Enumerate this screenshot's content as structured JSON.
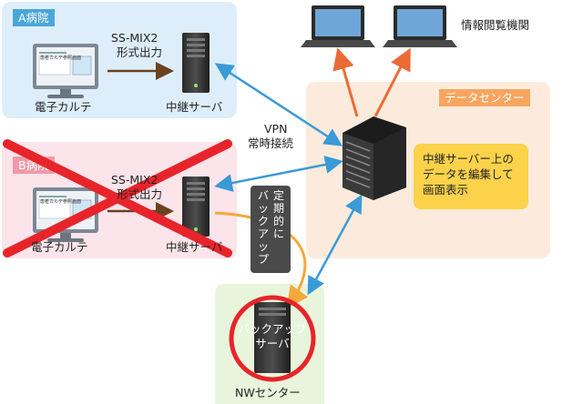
{
  "hospital_a": {
    "label": "A病院",
    "format_text": [
      "SS-MIX2",
      "形式出力"
    ],
    "emr_label": "電子カルテ",
    "server_label": "中継サーバ",
    "screen_title": "患者カルテ参照画面"
  },
  "hospital_b": {
    "label": "B病院",
    "format_text": [
      "SS-MIX2",
      "形式出力"
    ],
    "emr_label": "電子カルテ",
    "server_label": "中継サーバ",
    "screen_title": "患者カルテ参照画面"
  },
  "vpn_text": [
    "VPN",
    "常時接続"
  ],
  "backup_note": [
    "定",
    "期",
    "的",
    "に",
    "バ",
    "ッ",
    "ク",
    "ア",
    "ッ",
    "プ"
  ],
  "data_center": {
    "label": "データセンター",
    "note": [
      "中継サーバー上の",
      "データを編集して",
      "画面表示"
    ]
  },
  "info_viewer_label": "情報閲覧機関",
  "nw_center": {
    "label": "NWセンター",
    "backup_server": [
      "バックアップ",
      "サーバ"
    ]
  },
  "colors": {
    "hospital_a_bg": "#ddeefa",
    "hospital_a_tag": "#49a7d8",
    "hospital_b_bg": "#fbe4ea",
    "hospital_b_tag": "#ef9aa8",
    "data_center_bg": "#fcebdc",
    "data_center_tag": "#f7a55f",
    "nw_center_bg": "#e8f5dc",
    "note_bg": "#fbd24a",
    "blue_arrow": "#3a9ad6",
    "orange_arrow": "#ec6b35",
    "brown_arrow": "#6b4220",
    "cross_red": "#e8242b",
    "backup_curve": "#f5a93a"
  }
}
